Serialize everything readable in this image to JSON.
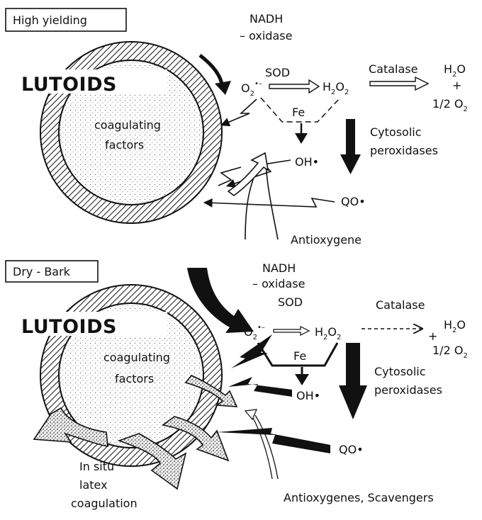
{
  "panels": {
    "top": {
      "title": "High yielding",
      "organelle": "LUTOIDS",
      "inner_line1": "coagulating",
      "inner_line2": "factors",
      "enzyme_nadh": "NADH",
      "enzyme_oxidase": "– oxidase",
      "sod": "SOD",
      "catalase": "Catalase",
      "fe": "Fe",
      "hydroxyl": "OH•",
      "qo": "QO•",
      "cytosolic_line1": "Cytosolic",
      "cytosolic_line2": "peroxidases",
      "protector": "Antioxygene",
      "half_o2": "1/2  O",
      "plus": "+"
    },
    "bottom": {
      "title": "Dry - Bark",
      "organelle": "LUTOIDS",
      "inner_line1": "coagulating",
      "inner_line2": "factors",
      "enzyme_nadh": "NADH",
      "enzyme_oxidase": "– oxidase",
      "sod": "SOD",
      "catalase": "Catalase",
      "fe": "Fe",
      "hydroxyl": "OH•",
      "qo": "QO•",
      "cytosolic_line1": "Cytosolic",
      "cytosolic_line2": "peroxidases",
      "protector": "Antioxygenes, Scavengers",
      "half_o2": "1/2  O",
      "plus": "+",
      "result_line1": "In situ",
      "result_line2": "latex",
      "result_line3": "coagulation"
    }
  },
  "species": {
    "superoxide": "O",
    "superoxide_sub": "2",
    "superoxide_sup": "•–",
    "peroxide_a": "H",
    "peroxide_sub": "2",
    "peroxide_b": "O",
    "water_a": "H",
    "water_sub": "2",
    "water_b": "O",
    "oxygen_sub": "2"
  }
}
